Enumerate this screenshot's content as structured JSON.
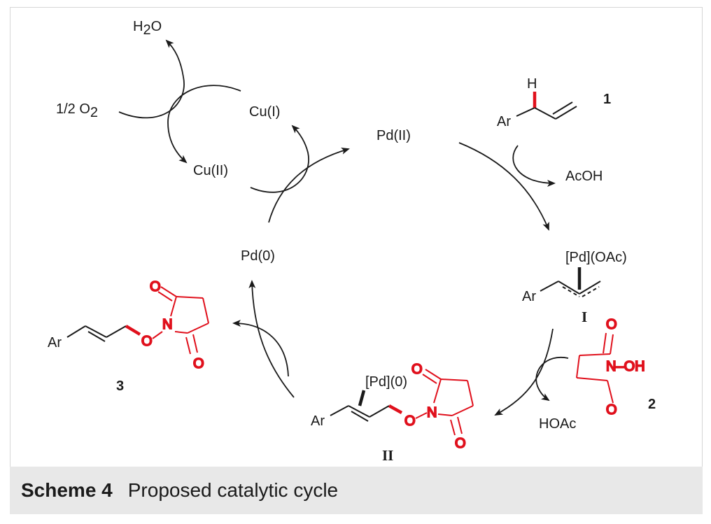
{
  "scheme": {
    "species": {
      "water": "H2O",
      "oxygen": "1/2 O2",
      "cu1": "Cu(I)",
      "cu2": "Cu(II)",
      "pd2": "Pd(II)",
      "pd0": "Pd(0)",
      "acoh": "AcOH",
      "hoac": "HOAc",
      "int1_metal": "[Pd](OAc)",
      "int2_metal": "[Pd](0)"
    },
    "labels": {
      "compound1": "1",
      "compound2": "2",
      "compound3": "3",
      "intermediate1": "I",
      "intermediate2": "II"
    },
    "atoms": {
      "ar": "Ar",
      "h": "H",
      "n": "N",
      "o": "O",
      "noh": "N–OH"
    },
    "colors": {
      "highlight": "#e0101c",
      "ink": "#1a1a1a",
      "caption_bg": "#e8e8e8"
    }
  },
  "caption": {
    "label": "Scheme 4",
    "text": "Proposed catalytic cycle"
  }
}
